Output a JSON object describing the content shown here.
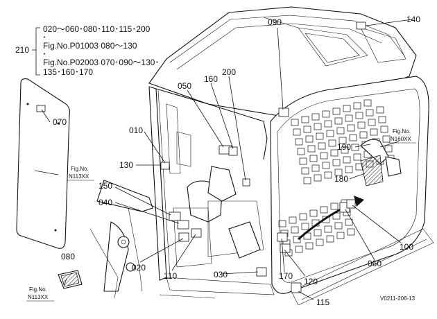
{
  "header": {
    "main_label": "210",
    "line1": "020～060･080･110･115･200",
    "bullet": "･",
    "line2": "Fig.No.P01003  080～130",
    "line3": "Fig.No.P02003  070･090～130･",
    "line4": "135･160･170"
  },
  "callouts": {
    "c010": "010",
    "c020": "020",
    "c030": "030",
    "c040": "040",
    "c050": "050",
    "c060": "060",
    "c070": "070",
    "c080": "080",
    "c090": "090",
    "c100": "100",
    "c110": "110",
    "c115": "115",
    "c120": "120",
    "c130": "130",
    "c140": "140",
    "c150": "150",
    "c160": "160",
    "c170": "170",
    "c180": "180",
    "c190": "190",
    "c200": "200"
  },
  "refs": {
    "ref_left_1": "Fig.No.",
    "ref_left_2": "N113XX",
    "ref_bottom_1": "Fig.No.",
    "ref_bottom_2": "N113XX",
    "ref_right_1": "Fig.No.",
    "ref_right_2": "N160XX"
  },
  "footer": {
    "drawing_code": "V0211-206-13"
  }
}
